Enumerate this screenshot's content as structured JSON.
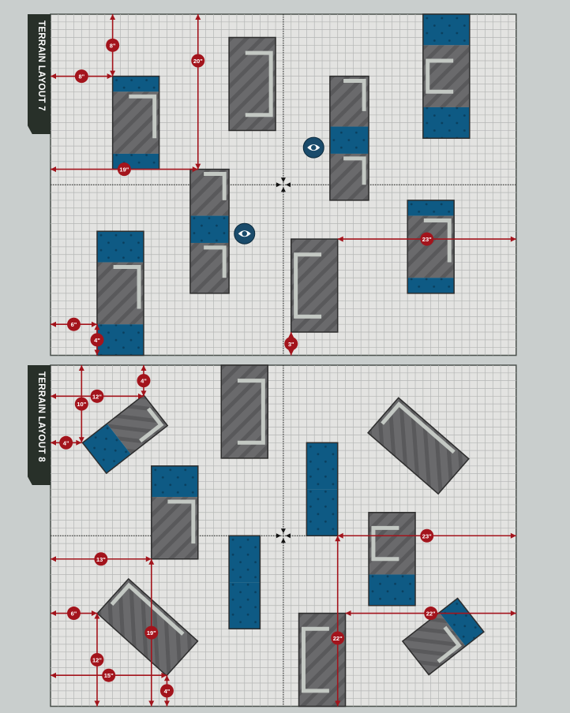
{
  "layouts": [
    {
      "title": "TERRAIN LAYOUT 7",
      "measurements": [
        "8\"",
        "8\"",
        "20\"",
        "19\"",
        "23\"",
        "6\"",
        "4\"",
        "3\""
      ],
      "markers": [
        "eye-icon",
        "eye-icon"
      ]
    },
    {
      "title": "TERRAIN LAYOUT 8",
      "measurements": [
        "4\"",
        "12\"",
        "10\"",
        "4\"",
        "13\"",
        "19\"",
        "6\"",
        "12\"",
        "15\"",
        "4\"",
        "23\"",
        "22\"",
        "22\""
      ]
    }
  ],
  "colors": {
    "board": "#e3e3e1",
    "grid": "#b4b6b5",
    "ruin": "#6a6a6c",
    "stripe": "#58585a",
    "bracket": "#c3c8c3",
    "blue": "#0e5a84",
    "measure": "#a3141c",
    "tab": "#283029",
    "eye": "#1a4b6b"
  }
}
